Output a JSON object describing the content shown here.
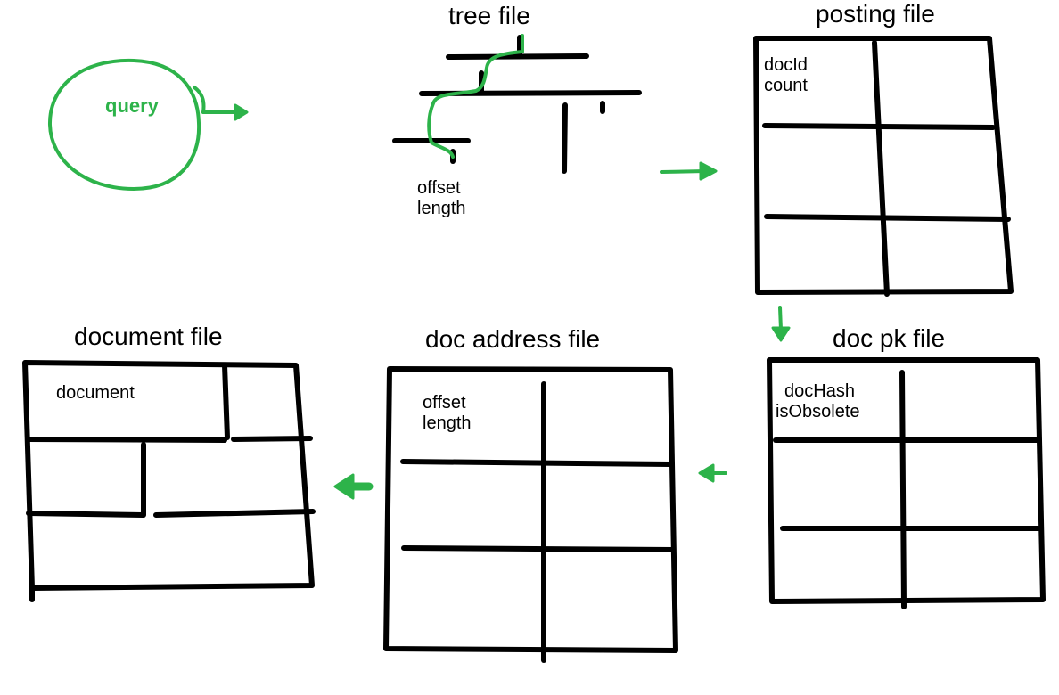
{
  "query": {
    "label": "query"
  },
  "tree_file": {
    "title": "tree file",
    "fields": [
      "offset",
      "length"
    ]
  },
  "posting_file": {
    "title": "posting file",
    "fields": [
      "docId",
      "count"
    ]
  },
  "doc_pk_file": {
    "title": "doc pk file",
    "fields": [
      "docHash",
      "isObsolete"
    ]
  },
  "doc_address_file": {
    "title": "doc address file",
    "fields": [
      "offset",
      "length"
    ]
  },
  "document_file": {
    "title": "document file",
    "fields": [
      "document"
    ]
  },
  "colors": {
    "ink": "#000000",
    "accent": "#2db34a",
    "background": "#ffffff"
  }
}
